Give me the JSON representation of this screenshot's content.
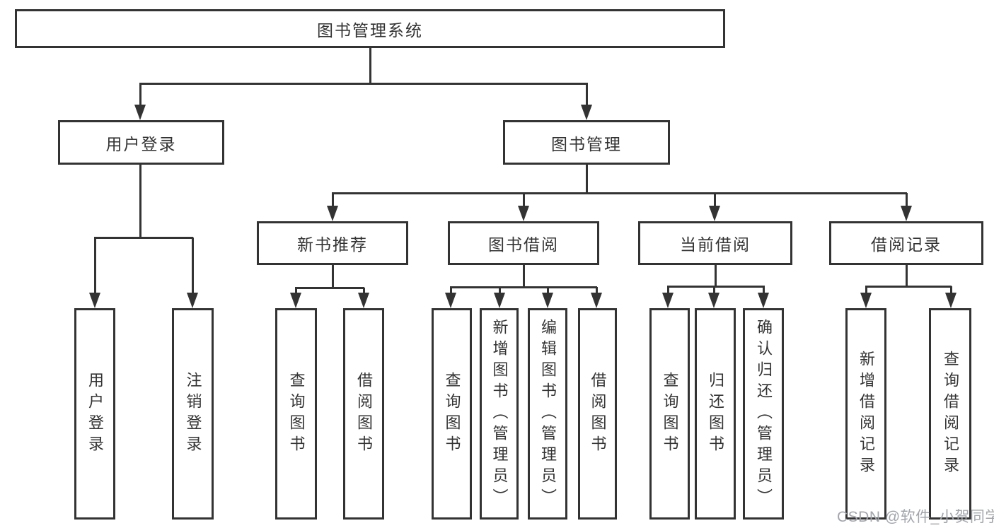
{
  "diagram": {
    "root": "图书管理系统",
    "level2": [
      "用户登录",
      "图书管理"
    ],
    "level3": [
      "新书推荐",
      "图书借阅",
      "当前借阅",
      "借阅记录"
    ],
    "leaves_user_login": [
      "用户登录",
      "注销登录"
    ],
    "leaves_new_book": [
      "查询图书",
      "借阅图书"
    ],
    "leaves_book_borrow": [
      "查询图书",
      "新增图书（管理员）",
      "编辑图书（管理员）",
      "借阅图书"
    ],
    "leaves_current_borrow": [
      "查询图书",
      "归还图书",
      "确认归还（管理员）"
    ],
    "leaves_borrow_records": [
      "新增借阅记录",
      "查询借阅记录"
    ]
  },
  "watermark": "CSDN @软件_小贺同学",
  "colors": {
    "line": "#333333",
    "box_border": "#333333",
    "text": "#333333",
    "watermark": "#a2a6ab",
    "background": "#ffffff"
  }
}
